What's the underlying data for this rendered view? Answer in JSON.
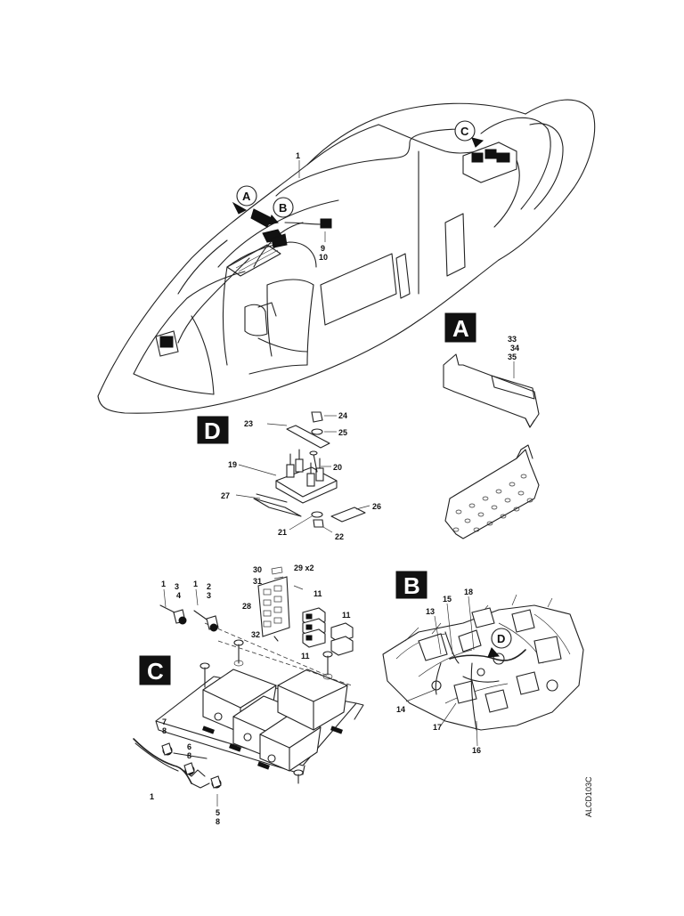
{
  "detail_views": {
    "A": "A",
    "B": "B",
    "C": "C",
    "D": "D"
  },
  "callouts": {
    "fuselage": [
      "1",
      "9",
      "10"
    ],
    "view_a": [
      "33",
      "34",
      "35"
    ],
    "view_d": [
      "24",
      "23",
      "25",
      "19",
      "20",
      "27",
      "26",
      "21",
      "22"
    ],
    "view_c": [
      "30",
      "29 x2",
      "31",
      "28",
      "11",
      "11",
      "11",
      "32",
      "1",
      "3",
      "4",
      "1",
      "2",
      "3",
      "7",
      "8",
      "6",
      "8",
      "1",
      "5",
      "8"
    ],
    "view_b": [
      "15",
      "18",
      "13",
      "14",
      "17",
      "16"
    ]
  },
  "drawing_code": "ALCD103C"
}
